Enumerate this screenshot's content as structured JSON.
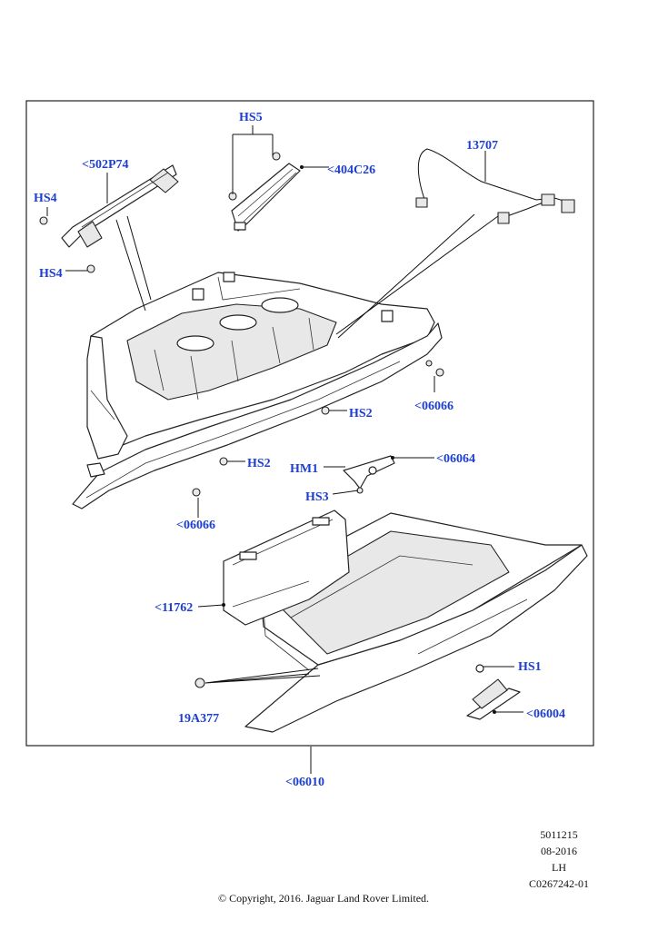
{
  "callouts": {
    "hs5": "HS5",
    "p502p74": "<502P74",
    "p404c26": "<404C26",
    "p13707": "13707",
    "hs4_top": "HS4",
    "hs4_bottom": "HS4",
    "hs2_right": "HS2",
    "p06066_right": "<06066",
    "hs2_left": "HS2",
    "hm1": "HM1",
    "p06064": "<06064",
    "hs3": "HS3",
    "p06066_left": "<06066",
    "p11762": "<11762",
    "hs1": "HS1",
    "p19a377": "19A377",
    "p06004": "<06004",
    "p06010": "<06010"
  },
  "footer": {
    "ref_number": "5011215",
    "date": "08-2016",
    "side": "LH",
    "code": "C0267242-01",
    "copyright": "© Copyright, 2016. Jaguar Land Rover Limited."
  }
}
